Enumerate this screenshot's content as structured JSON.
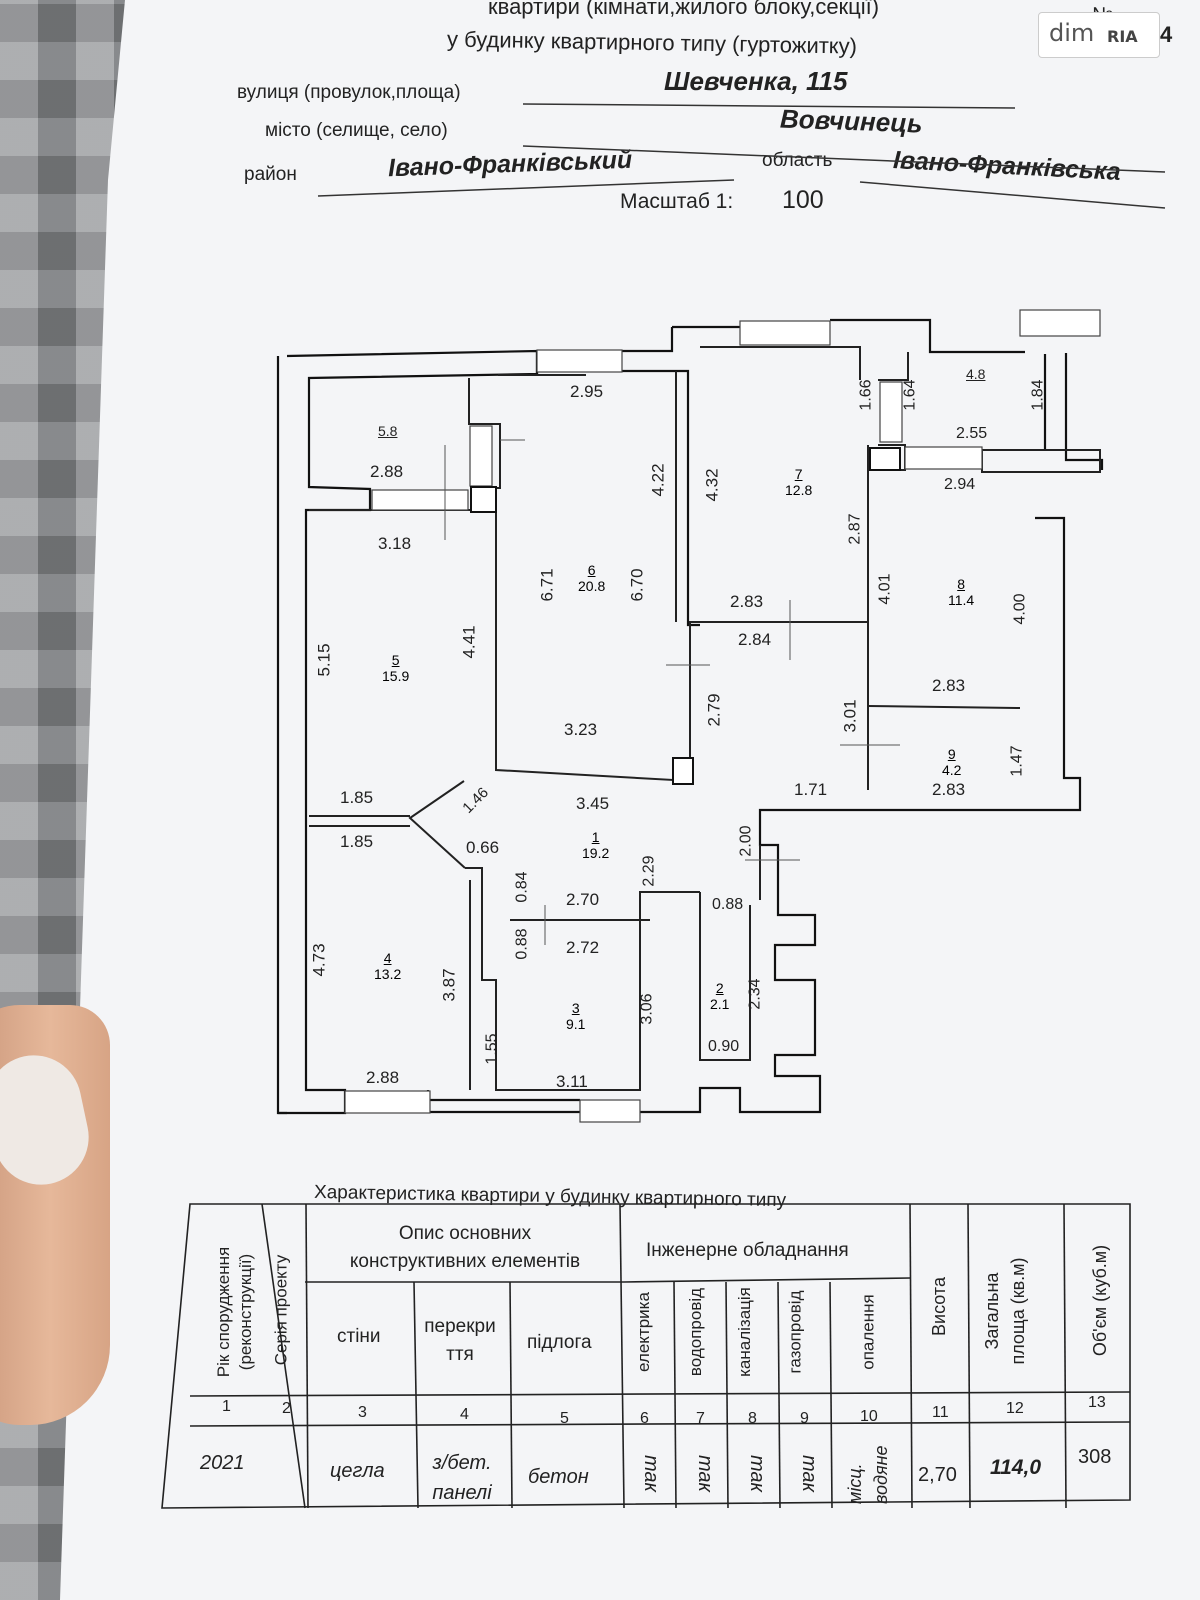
{
  "header": {
    "line1": "квартири (кімнати,жилого блоку,секції)",
    "line2": "у будинку квартирного типу (гуртожитку)",
    "street_label": "вулиця (провулок,площа)",
    "street_value": "Шевченка, 115",
    "city_label": "місто (селище, село)",
    "city_value": "Вовчинець",
    "district_label": "район",
    "district_value": "Івано-Франківський",
    "region_label": "область",
    "region_value": "Івано-Франківська",
    "scale_label": "Масштаб 1:",
    "scale_value": "100",
    "number_mark": "№",
    "corner_digit": "4"
  },
  "watermark": {
    "text1": "dim",
    "text2": "RIA"
  },
  "plan": {
    "rooms": [
      {
        "no": "1",
        "area": "19.2"
      },
      {
        "no": "2",
        "area": "2.1"
      },
      {
        "no": "3",
        "area": "9.1"
      },
      {
        "no": "4",
        "area": "13.2"
      },
      {
        "no": "5",
        "area": "15.9"
      },
      {
        "no": "6",
        "area": "20.8"
      },
      {
        "no": "7",
        "area": "12.8"
      },
      {
        "no": "8",
        "area": "11.4"
      },
      {
        "no": "9",
        "area": "4.2"
      },
      {
        "no": "",
        "area": "5.8"
      },
      {
        "no": "",
        "area": "4.8"
      }
    ],
    "dims": [
      "2.95",
      "2.88",
      "3.18",
      "4.22",
      "6.70",
      "6.71",
      "4.32",
      "1.66",
      "1.64",
      "2.55",
      "2.94",
      "1.84",
      "2.87",
      "4.01",
      "4.00",
      "2.83",
      "2.84",
      "2.79",
      "3.01",
      "2.83",
      "4.41",
      "5.15",
      "3.23",
      "1.85",
      "1.46",
      "3.45",
      "1.85",
      "0.66",
      "2.29",
      "2.00",
      "1.71",
      "2.83",
      "1.47",
      "0.84",
      "2.70",
      "0.88",
      "0.88",
      "2.72",
      "4.73",
      "3.87",
      "3.06",
      "2.34",
      "1.55",
      "0.90",
      "2.88",
      "3.11"
    ]
  },
  "table": {
    "caption": "Характеристика квартири у будинку квартирного типу",
    "headers": {
      "year": "Рік спорудження (реконструкції)",
      "series": "Серія проекту",
      "group_elements": "Опис основних конструктивних елементів",
      "walls": "стіни",
      "ceiling": "перекриття",
      "floor": "підлога",
      "group_engineering": "Інженерне обладнання",
      "electric": "електрика",
      "water": "водопровід",
      "sewer": "каналізація",
      "gas": "газопровід",
      "heating": "опалення",
      "height": "Висота",
      "total_area": "Загальна площа (кв.м)",
      "volume": "Об'єм (куб.м)"
    },
    "col_numbers": [
      "1",
      "2",
      "3",
      "4",
      "5",
      "6",
      "7",
      "8",
      "9",
      "10",
      "11",
      "12",
      "13"
    ],
    "row": {
      "year": "2021",
      "series": "",
      "walls": "цегла",
      "ceiling": "з/бет. панелі",
      "floor": "бетон",
      "electric": "так",
      "water": "так",
      "sewer": "так",
      "gas": "так",
      "heating": "місц. водяне",
      "height": "2,70",
      "total_area": "114,0",
      "volume": "308"
    }
  }
}
